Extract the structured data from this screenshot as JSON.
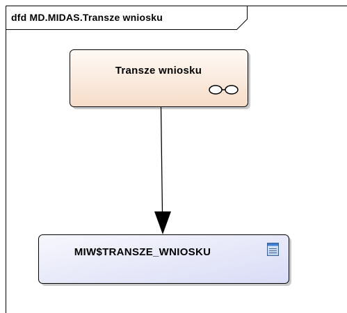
{
  "diagram": {
    "frame_label": "dfd MD.MIDAS.Transze wniosku",
    "process": {
      "label": "Transze wniosku",
      "icon": "process-link-icon"
    },
    "data_store": {
      "label": "MIW$TRANSZE_WNIOSKU",
      "icon": "table-icon"
    },
    "flow": {
      "from": "Transze wniosku",
      "to": "MIW$TRANSZE_WNIOSKU"
    }
  }
}
